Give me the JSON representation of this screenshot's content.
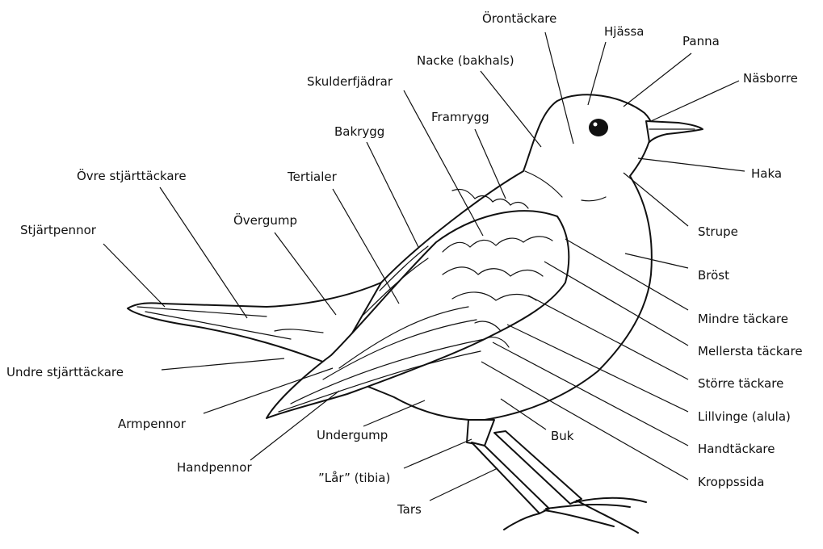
{
  "labels": {
    "orontackare": "Örontäckare",
    "hjassa": "Hjässa",
    "panna": "Panna",
    "nacke": "Nacke (bakhals)",
    "nasborre": "Näsborre",
    "skulderfjadrar": "Skulderfjädrar",
    "framrygg": "Framrygg",
    "bakrygg": "Bakrygg",
    "haka": "Haka",
    "ovre_stjarttackare": "Övre stjärttäckare",
    "tertialer": "Tertialer",
    "strupe": "Strupe",
    "overgump": "Övergump",
    "stjartpennor": "Stjärtpennor",
    "brost": "Bröst",
    "mindre_tackare": "Mindre täckare",
    "mellersta_tackare": "Mellersta täckare",
    "undre_stjarttackare": "Undre stjärttäckare",
    "storre_tackare": "Större täckare",
    "armpennor": "Armpennor",
    "lillvinge": "Lillvinge (alula)",
    "buk": "Buk",
    "undergump": "Undergump",
    "handtackare": "Handtäckare",
    "handpennor": "Handpennor",
    "lar": "”Lår” (tibia)",
    "kroppssida": "Kroppssida",
    "tars": "Tars"
  },
  "colors": {
    "ink": "#111111",
    "background": "#ffffff"
  }
}
